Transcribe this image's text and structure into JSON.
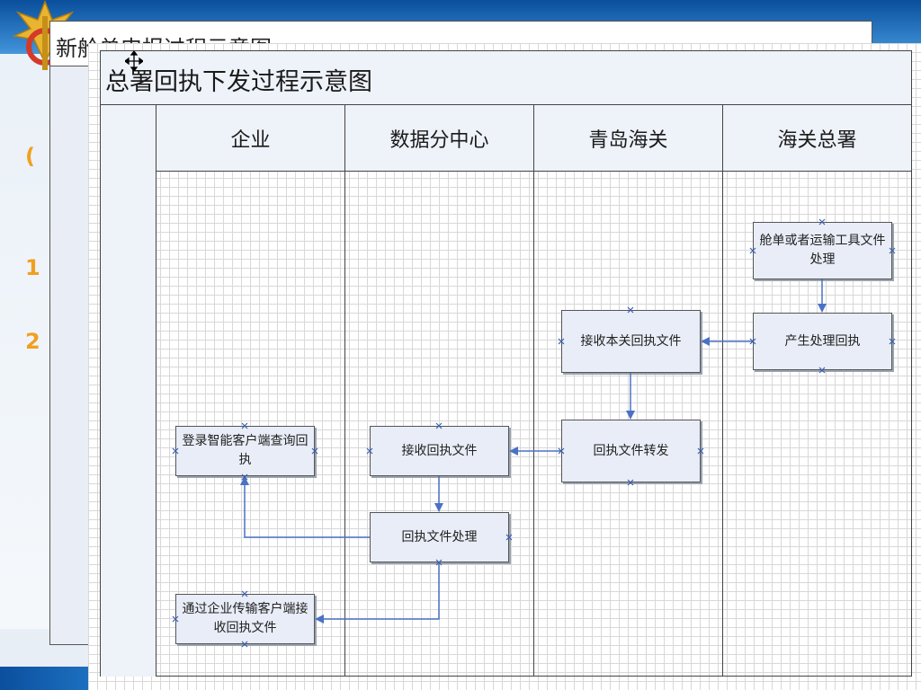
{
  "background": {
    "markers": [
      "(",
      "1",
      "2"
    ]
  },
  "back_window": {
    "title": "新舱单申报过程示意图"
  },
  "diagram": {
    "title": "总署回执下发过程示意图",
    "lanes": [
      {
        "label": "企业"
      },
      {
        "label": "数据分中心"
      },
      {
        "label": "青岛海关"
      },
      {
        "label": "海关总署"
      }
    ],
    "nodes": {
      "manifest_processing": "舱单或者运输工具文件处理",
      "generate_receipt": "产生处理回执",
      "receive_local_receipt": "接收本关回执文件",
      "forward_receipt": "回执文件转发",
      "receive_receipt": "接收回执文件",
      "process_receipt": "回执文件处理",
      "login_query": "登录智能客户端查询回执",
      "enterprise_receive": "通过企业传输客户端接收回执文件"
    }
  },
  "colors": {
    "arrow": "#4a72c4",
    "node_fill": "#e8edf7",
    "header_fill": "#eef2f9"
  }
}
